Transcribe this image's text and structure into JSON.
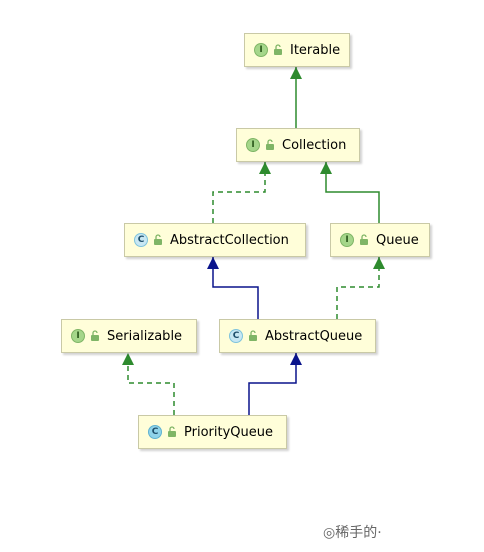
{
  "nodes": [
    {
      "id": "iterable",
      "label": "Iterable",
      "kind": "interface",
      "kind_letter": "I",
      "icon": "interface-icon"
    },
    {
      "id": "collection",
      "label": "Collection",
      "kind": "interface",
      "kind_letter": "I",
      "icon": "interface-icon"
    },
    {
      "id": "abstract_collection",
      "label": "AbstractCollection",
      "kind": "abstract",
      "kind_letter": "C",
      "icon": "abstract-class-icon"
    },
    {
      "id": "queue",
      "label": "Queue",
      "kind": "interface",
      "kind_letter": "I",
      "icon": "interface-icon"
    },
    {
      "id": "serializable",
      "label": "Serializable",
      "kind": "interface",
      "kind_letter": "I",
      "icon": "interface-icon"
    },
    {
      "id": "abstract_queue",
      "label": "AbstractQueue",
      "kind": "abstract",
      "kind_letter": "C",
      "icon": "abstract-class-icon"
    },
    {
      "id": "priority_queue",
      "label": "PriorityQueue",
      "kind": "class",
      "kind_letter": "C",
      "icon": "class-icon"
    }
  ],
  "edges": [
    {
      "from": "collection",
      "to": "iterable",
      "type": "extends"
    },
    {
      "from": "abstract_collection",
      "to": "collection",
      "type": "implements"
    },
    {
      "from": "queue",
      "to": "collection",
      "type": "extends"
    },
    {
      "from": "abstract_queue",
      "to": "abstract_collection",
      "type": "inherits"
    },
    {
      "from": "abstract_queue",
      "to": "queue",
      "type": "implements"
    },
    {
      "from": "priority_queue",
      "to": "serializable",
      "type": "implements"
    },
    {
      "from": "priority_queue",
      "to": "abstract_queue",
      "type": "inherits"
    }
  ],
  "colors": {
    "extends": "#2e8b2e",
    "implements": "#2e8b2e",
    "inherits": "#0a148c",
    "node_fill": "#fffed9"
  },
  "watermark": {
    "text": "◎稀手的·"
  }
}
